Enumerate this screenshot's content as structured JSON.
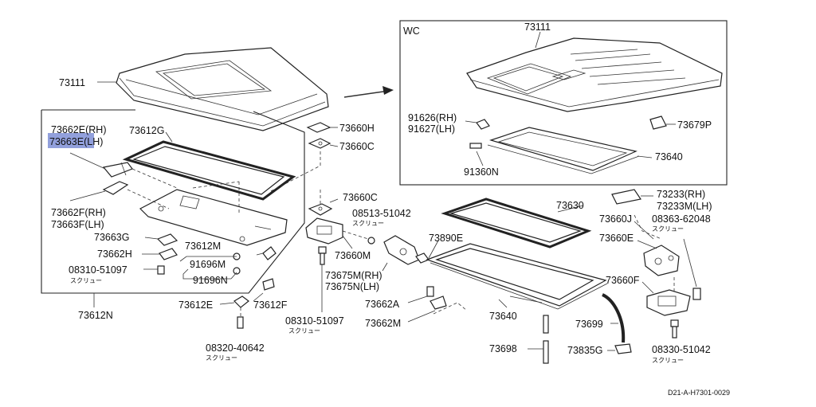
{
  "diagram": {
    "inset_title": "WC",
    "drawing_code": "D21-A-H7301-0029",
    "highlight_color": "#7f8fd6",
    "labels": {
      "p73111_left": "73111",
      "p73111_right": "73111",
      "p73662E": "73662E(RH)",
      "p73663E": "73663E(LH)",
      "p73612G": "73612G",
      "p73662F": "73662F(RH)",
      "p73663F": "73663F(LH)",
      "p73663G": "73663G",
      "p73662H": "73662H",
      "p08310_a": "08310-51097",
      "p73612M": "73612M",
      "p91696M": "91696M",
      "p91696N": "91696N",
      "p73612E": "73612E",
      "p73612F": "73612F",
      "p73612N": "73612N",
      "p08320": "08320-40642",
      "p73660H": "73660H",
      "p73660C_a": "73660C",
      "p73660C_b": "73660C",
      "p08513": "08513-51042",
      "p73660M": "73660M",
      "p08310_b": "08310-51097",
      "p73675M": "73675M(RH)",
      "p73675N": "73675N(LH)",
      "p73890E": "73890E",
      "p73630": "73630",
      "p73662A": "73662A",
      "p73662M": "73662M",
      "p73640_main": "73640",
      "p73698": "73698",
      "p73699": "73699",
      "p73835G": "73835G",
      "p73233M_a": "73233(RH)",
      "p73233M_b": "73233M(LH)",
      "p73660J": "73660J",
      "p08363": "08363-62048",
      "p73660E": "73660E",
      "p73660F": "73660F",
      "p08330": "08330-51042",
      "p91626": "91626(RH)",
      "p91627": "91627(LH)",
      "p73679P": "73679P",
      "p73640_inset": "73640",
      "p91360N": "91360N"
    },
    "screw_note": "スクリュー"
  }
}
